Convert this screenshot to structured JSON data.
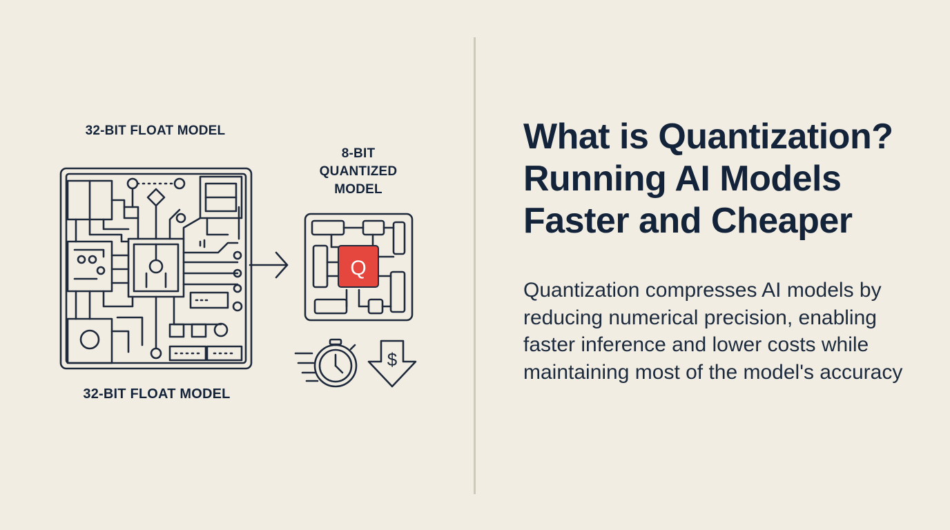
{
  "diagram": {
    "float_model_top_label": "32-BIT FLOAT MODEL",
    "float_model_bottom_label": "32-BIT FLOAT MODEL",
    "quantized_model_label": "8-BIT QUANTIZED MODEL",
    "quantized_chip_letter": "Q",
    "cost_symbol": "$",
    "accent_color": "#e5473f",
    "icons": [
      "circuit-chip-icon",
      "arrow-right-icon",
      "quantized-chip-icon",
      "stopwatch-icon",
      "cost-down-icon"
    ]
  },
  "article": {
    "title_lines": [
      "What is Quantization?",
      "Running AI Models",
      "Faster and Cheaper"
    ],
    "description": "Quantization compresses AI models by reducing numerical precision, enabling faster inference and lower costs while maintaining most of the model's accuracy"
  }
}
